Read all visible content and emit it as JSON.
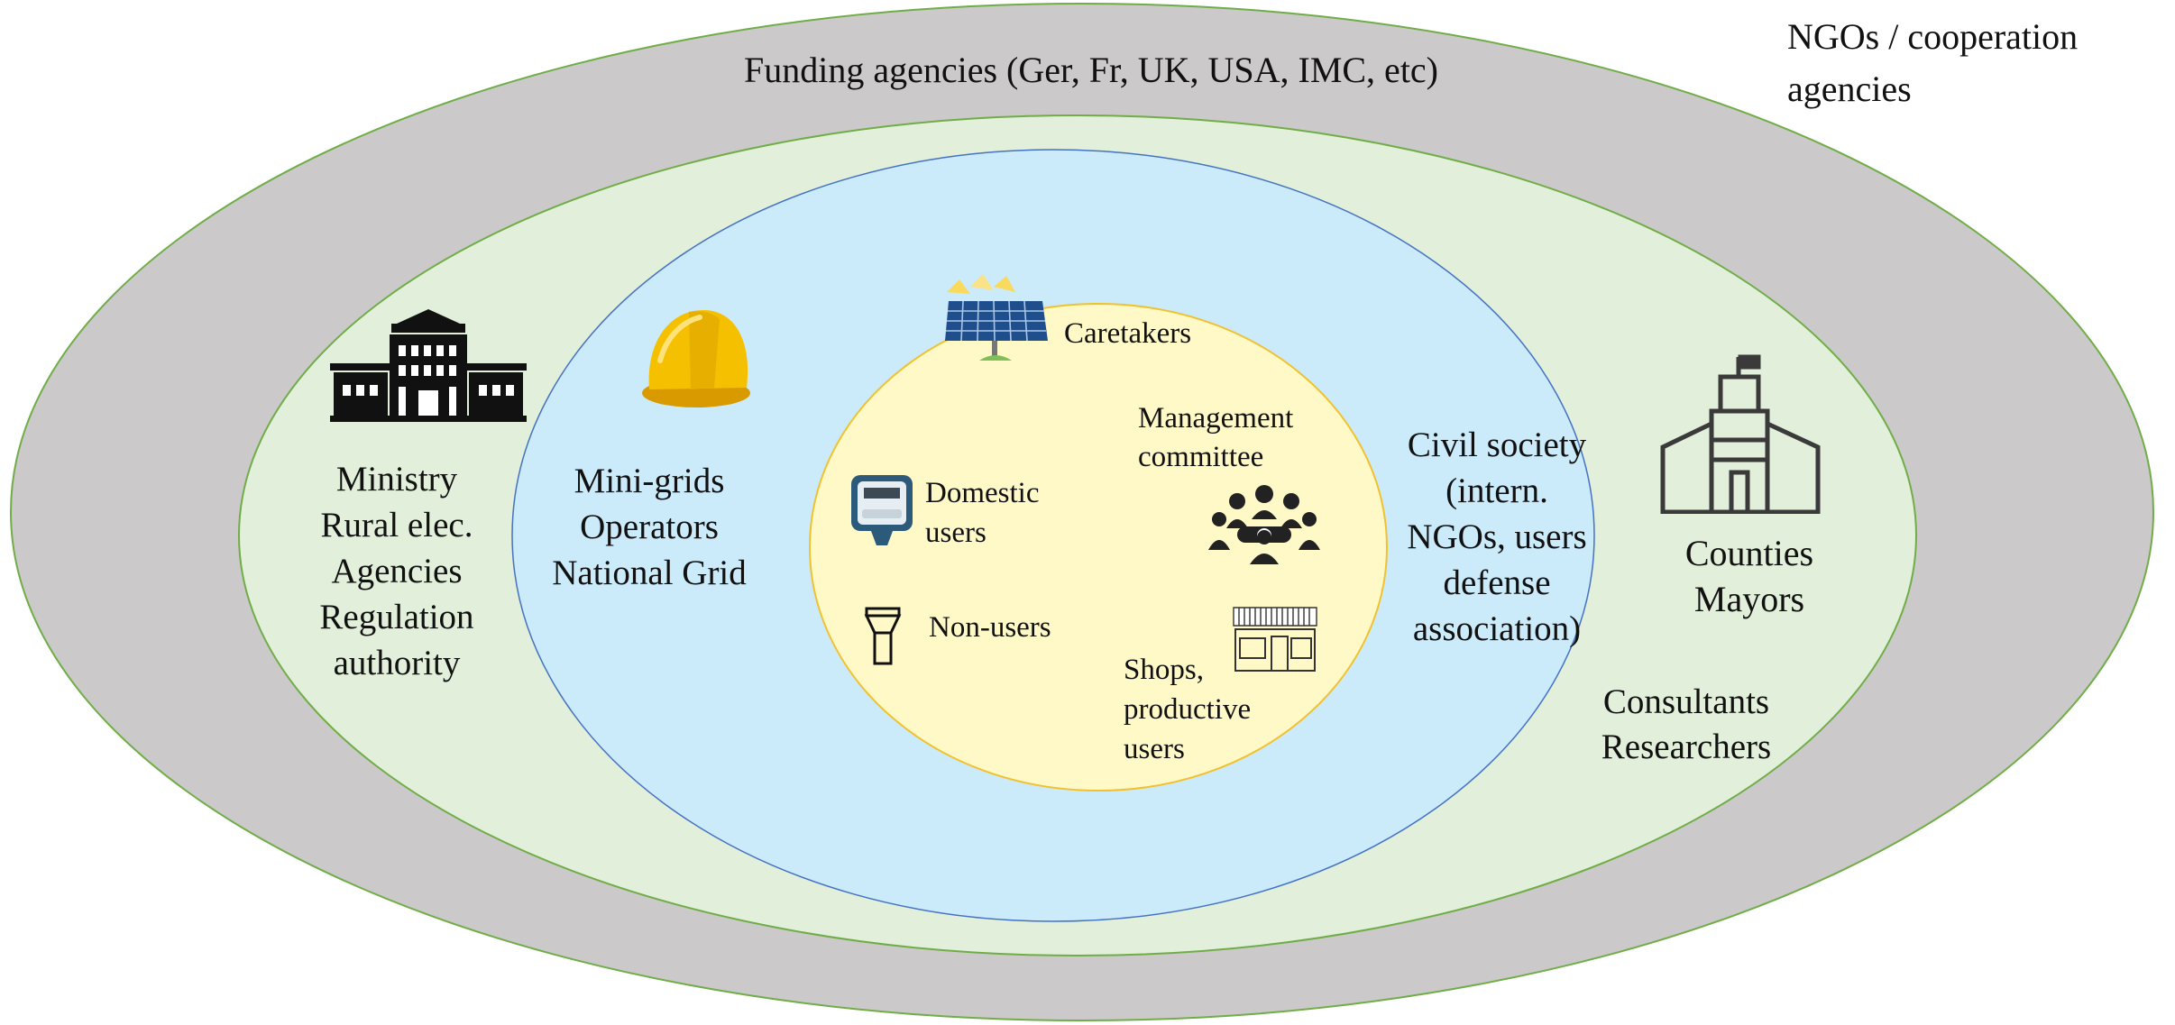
{
  "diagram": {
    "rings": [
      {
        "id": "outer",
        "fill": "#cbc9ca",
        "stroke": "#70ad47"
      },
      {
        "id": "second",
        "fill": "#e2efda",
        "stroke": "#70ad47"
      },
      {
        "id": "third",
        "fill": "#cbeafa",
        "stroke": "#4472c4"
      },
      {
        "id": "inner",
        "fill": "#fff9c8",
        "stroke": "#f2c12e"
      }
    ],
    "outer": {
      "corner_label": [
        "NGOs / cooperation",
        "agencies"
      ],
      "funding_label": "Funding agencies (Ger, Fr, UK, USA, IMC, etc)"
    },
    "second": {
      "ministry_label": [
        "Ministry",
        "Rural elec.",
        "Agencies",
        "Regulation",
        "authority"
      ],
      "counties_label": [
        "Counties",
        "Mayors"
      ],
      "consultants_label": [
        "Consultants",
        "Researchers"
      ]
    },
    "third": {
      "operators_label": [
        "Mini-grids",
        "Operators",
        "National Grid"
      ],
      "civil_label": [
        "Civil society",
        "(intern.",
        "NGOs, users",
        "defense",
        "association)"
      ]
    },
    "inner": {
      "caretakers": "Caretakers",
      "management": [
        "Management",
        "committee"
      ],
      "domestic": [
        "Domestic",
        "users"
      ],
      "nonusers": "Non-users",
      "shops": [
        "Shops,",
        "productive",
        "users"
      ]
    },
    "icons": [
      "government-building-icon",
      "hard-hat-icon",
      "solar-panel-icon",
      "electric-meter-icon",
      "flashlight-icon",
      "meeting-group-icon",
      "shop-icon",
      "town-hall-icon"
    ]
  }
}
